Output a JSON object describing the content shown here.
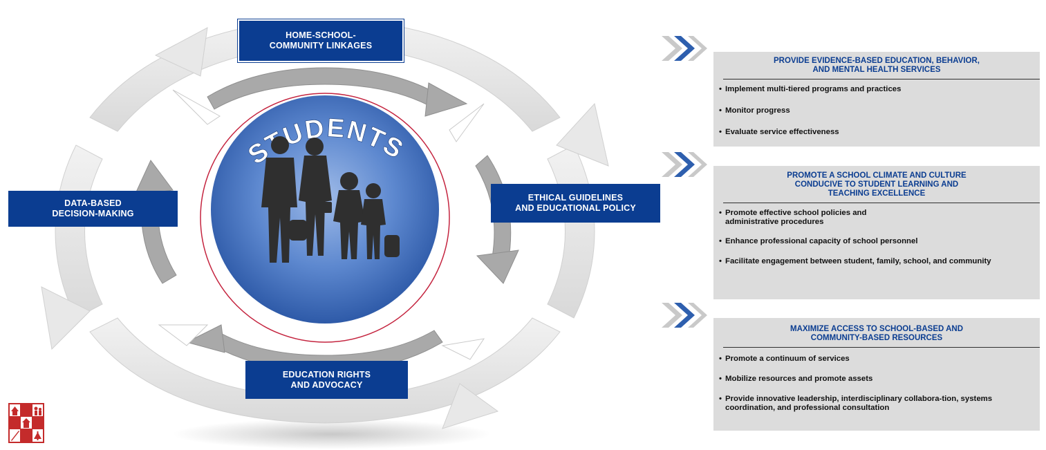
{
  "diagram": {
    "center": {
      "title": "STUDENTS"
    },
    "labels": {
      "top": {
        "lines": [
          "HOME-SCHOOL-",
          "COMMUNITY LINKAGES"
        ]
      },
      "left": {
        "lines": [
          "DATA-BASED",
          "DECISION-MAKING"
        ]
      },
      "right": {
        "lines": [
          "ETHICAL GUIDELINES",
          "AND EDUCATIONAL POLICY"
        ]
      },
      "bottom": {
        "lines": [
          "EDUCATION RIGHTS",
          "AND ADVOCACY"
        ]
      }
    }
  },
  "panels": [
    {
      "title_lines": [
        "PROVIDE EVIDENCE-BASED EDUCATION, BEHAVIOR,",
        "AND MENTAL HEALTH SERVICES"
      ],
      "items": [
        "Implement multi-tiered programs and practices",
        "Monitor progress",
        "Evaluate service effectiveness"
      ]
    },
    {
      "title_lines": [
        "PROMOTE A SCHOOL CLIMATE AND CULTURE",
        "CONDUCIVE TO  STUDENT LEARNING AND",
        "TEACHING EXCELLENCE"
      ],
      "items": [
        "Promote effective school policies and administrative procedures",
        "Enhance professional capacity of school personnel",
        "Facilitate engagement between student, family, school, and community"
      ]
    },
    {
      "title_lines": [
        "MAXIMIZE ACCESS TO SCHOOL-BASED AND",
        "COMMUNITY-BASED RESOURCES"
      ],
      "items": [
        "Promote a continuum of services",
        "Mobilize resources and promote assets",
        "Provide innovative leadership, interdisciplinary collabora-tion, systems coordination, and professional consultation"
      ]
    }
  ],
  "colors": {
    "accent_blue": "#0b3d91",
    "circle_blue": "#4f7bc8",
    "ring_red": "#c4233e",
    "panel_gray": "#dcdcdc",
    "logo_red": "#c42b2b"
  },
  "icons": [
    "double-chevron-icon",
    "logo-icon"
  ]
}
